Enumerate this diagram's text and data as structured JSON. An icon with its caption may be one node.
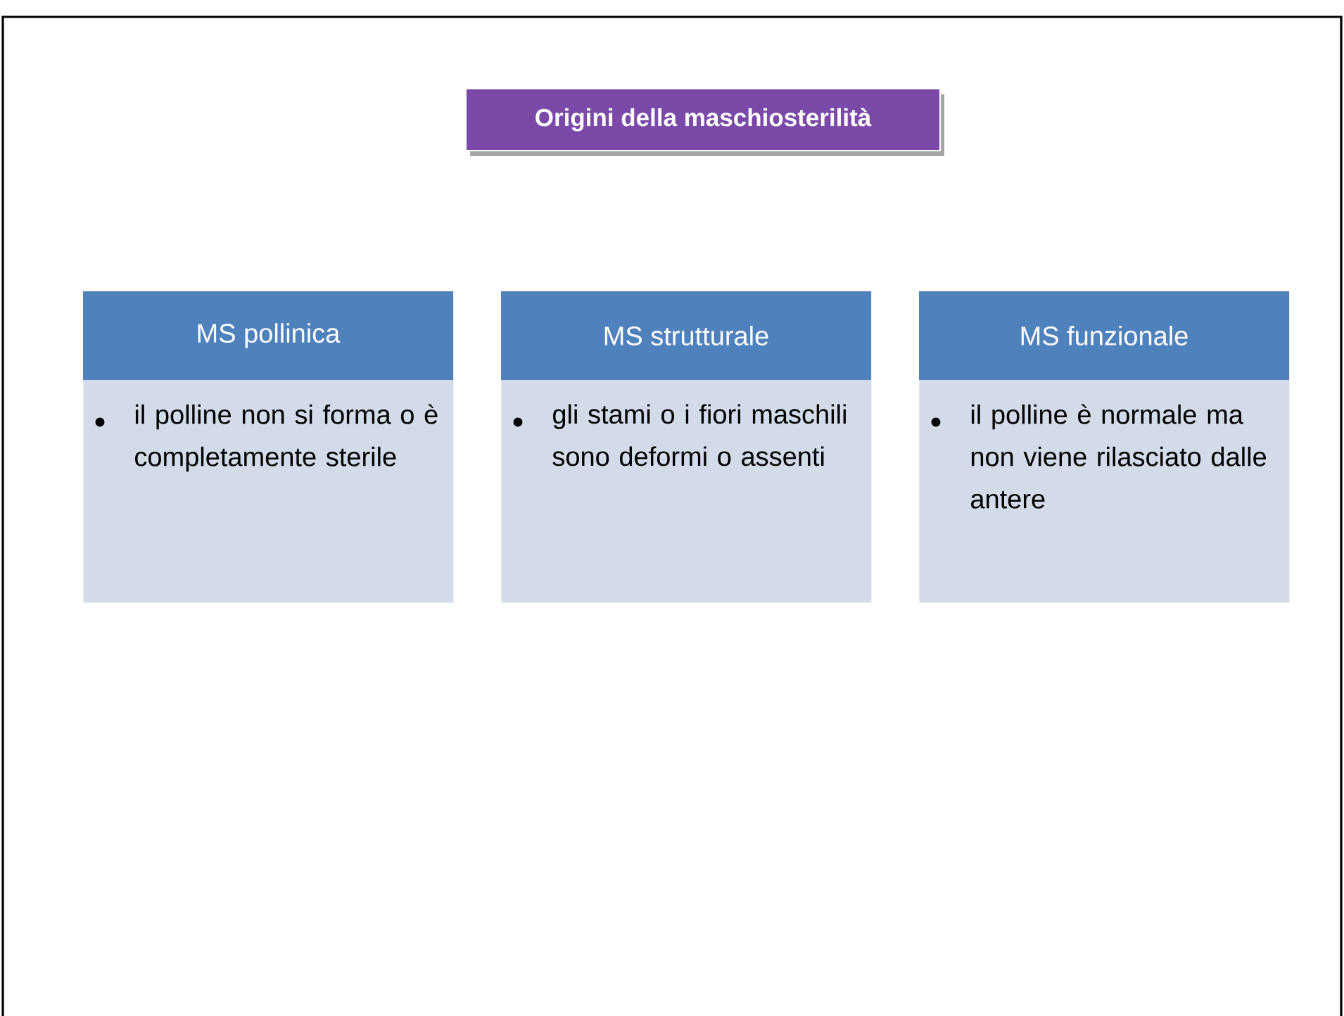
{
  "diagram": {
    "title": "Origini della maschiosterilità",
    "nodes": [
      {
        "text": [
          "MS pollinica",
          "il polline non si forma o è completamente sterile"
        ]
      },
      {
        "text": [
          "MS strutturale",
          "gli stami o i fiori maschili sono deformi o assenti"
        ]
      },
      {
        "text": [
          "MS funzionale",
          "il polline è normale ma non viene rilasciato dalle antere"
        ]
      }
    ]
  }
}
